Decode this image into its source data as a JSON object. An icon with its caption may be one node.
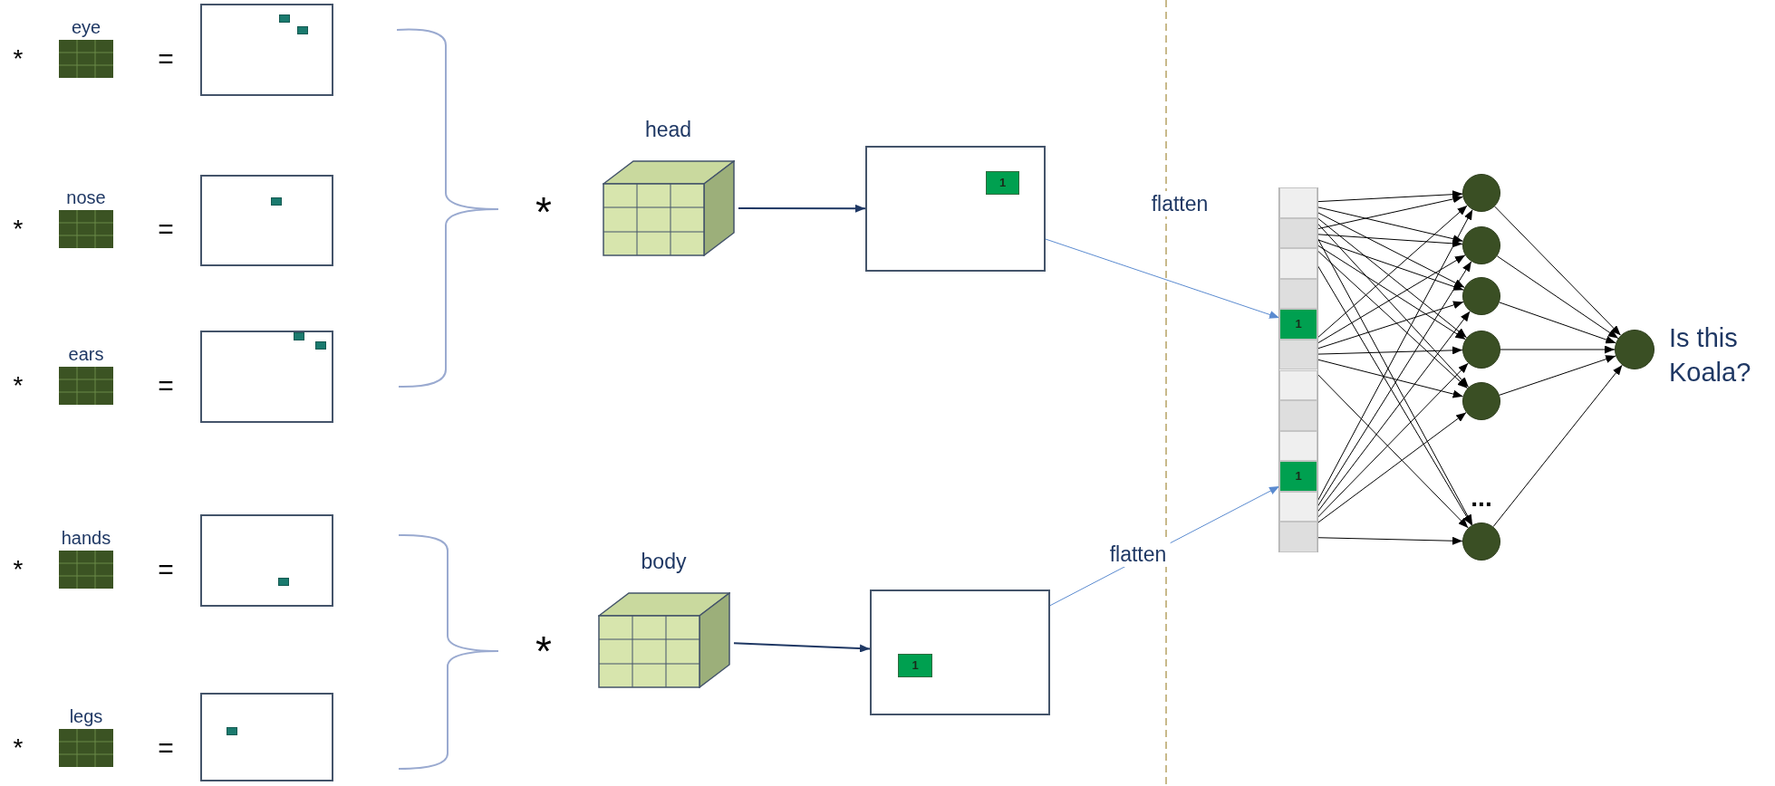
{
  "diagram": {
    "nodes": [
      {
        "text": [
          "eye"
        ]
      },
      {
        "text": [],
        "shape": "box"
      },
      {
        "text": [
          "nose"
        ]
      },
      {
        "text": [],
        "shape": "box"
      },
      {
        "text": [
          "ears"
        ]
      },
      {
        "text": [],
        "shape": "box"
      },
      {
        "text": [
          "hands"
        ]
      },
      {
        "text": [],
        "shape": "box"
      },
      {
        "text": [
          "legs"
        ]
      },
      {
        "text": [],
        "shape": "box"
      },
      {
        "text": [
          "head"
        ]
      },
      {
        "text": [],
        "shape": "box"
      },
      {
        "text": [
          "1"
        ],
        "in": 11
      },
      {
        "text": [
          "body"
        ]
      },
      {
        "text": [],
        "shape": "box"
      },
      {
        "text": [
          "1"
        ],
        "in": 14
      },
      {
        "text": [],
        "shape": "bar"
      },
      {
        "text": [],
        "shape": "box",
        "in": 16
      },
      {
        "text": [],
        "shape": "box",
        "in": 16
      },
      {
        "text": [],
        "shape": "box",
        "in": 16
      },
      {
        "text": [],
        "shape": "box",
        "in": 16
      },
      {
        "text": [
          "1"
        ],
        "in": 16
      },
      {
        "text": [],
        "shape": "box",
        "in": 16
      },
      {
        "text": [],
        "shape": "box",
        "in": 16
      },
      {
        "text": [],
        "shape": "box",
        "in": 16
      },
      {
        "text": [],
        "shape": "box",
        "in": 16
      },
      {
        "text": [
          "1"
        ],
        "in": 16
      },
      {
        "text": [],
        "shape": "box",
        "in": 16
      },
      {
        "text": [],
        "shape": "box",
        "in": 16
      },
      {
        "text": [],
        "shape": "circle"
      },
      {
        "text": [],
        "shape": "circle"
      },
      {
        "text": [],
        "shape": "circle"
      },
      {
        "text": [],
        "shape": "circle"
      },
      {
        "text": [],
        "shape": "circle"
      },
      {
        "text": [],
        "shape": "circle"
      },
      {
        "text": [],
        "shape": "circle",
        "beside": [
          "Is this Koala?"
        ]
      }
    ],
    "edges": [
      {
        "from": 10,
        "to": 11,
        "arrow": "to",
        "color": "#1f3864"
      },
      {
        "from": 13,
        "to": 14,
        "arrow": "to",
        "color": "#1f3864"
      },
      {
        "from": 11,
        "to": 21,
        "arrow": "to",
        "label": "flatten",
        "color": "#5b8bd0"
      },
      {
        "from": 14,
        "to": 26,
        "arrow": "to",
        "label": "flatten",
        "color": "#5b8bd0"
      },
      {
        "from": 17,
        "to": 29,
        "arrow": "to"
      },
      {
        "from": 17,
        "to": 30,
        "arrow": "to"
      },
      {
        "from": 17,
        "to": 31,
        "arrow": "to"
      },
      {
        "from": 17,
        "to": 32,
        "arrow": "to"
      },
      {
        "from": 17,
        "to": 33,
        "arrow": "to"
      },
      {
        "from": 17,
        "to": 34,
        "arrow": "to"
      },
      {
        "from": 18,
        "to": 29,
        "arrow": "to"
      },
      {
        "from": 18,
        "to": 30,
        "arrow": "to"
      },
      {
        "from": 18,
        "to": 31,
        "arrow": "to"
      },
      {
        "from": 18,
        "to": 32,
        "arrow": "to"
      },
      {
        "from": 18,
        "to": 33,
        "arrow": "to"
      },
      {
        "from": 18,
        "to": 34,
        "arrow": "to"
      },
      {
        "from": 22,
        "to": 29,
        "arrow": "to"
      },
      {
        "from": 22,
        "to": 30,
        "arrow": "to"
      },
      {
        "from": 22,
        "to": 31,
        "arrow": "to"
      },
      {
        "from": 22,
        "to": 32,
        "arrow": "to"
      },
      {
        "from": 22,
        "to": 33,
        "arrow": "to"
      },
      {
        "from": 22,
        "to": 34,
        "arrow": "to"
      },
      {
        "from": 28,
        "to": 29,
        "arrow": "to"
      },
      {
        "from": 28,
        "to": 30,
        "arrow": "to"
      },
      {
        "from": 28,
        "to": 31,
        "arrow": "to"
      },
      {
        "from": 28,
        "to": 32,
        "arrow": "to"
      },
      {
        "from": 28,
        "to": 33,
        "arrow": "to"
      },
      {
        "from": 28,
        "to": 34,
        "arrow": "to"
      },
      {
        "from": 29,
        "to": 35,
        "arrow": "to"
      },
      {
        "from": 30,
        "to": 35,
        "arrow": "to"
      },
      {
        "from": 31,
        "to": 35,
        "arrow": "to"
      },
      {
        "from": 32,
        "to": 35,
        "arrow": "to"
      },
      {
        "from": 33,
        "to": 35,
        "arrow": "to"
      },
      {
        "from": 34,
        "to": 35,
        "arrow": "to"
      }
    ],
    "labels": [
      "*",
      "=",
      "*",
      "=",
      "*",
      "=",
      "*",
      "=",
      "*",
      "=",
      "*",
      "*",
      "..."
    ]
  }
}
